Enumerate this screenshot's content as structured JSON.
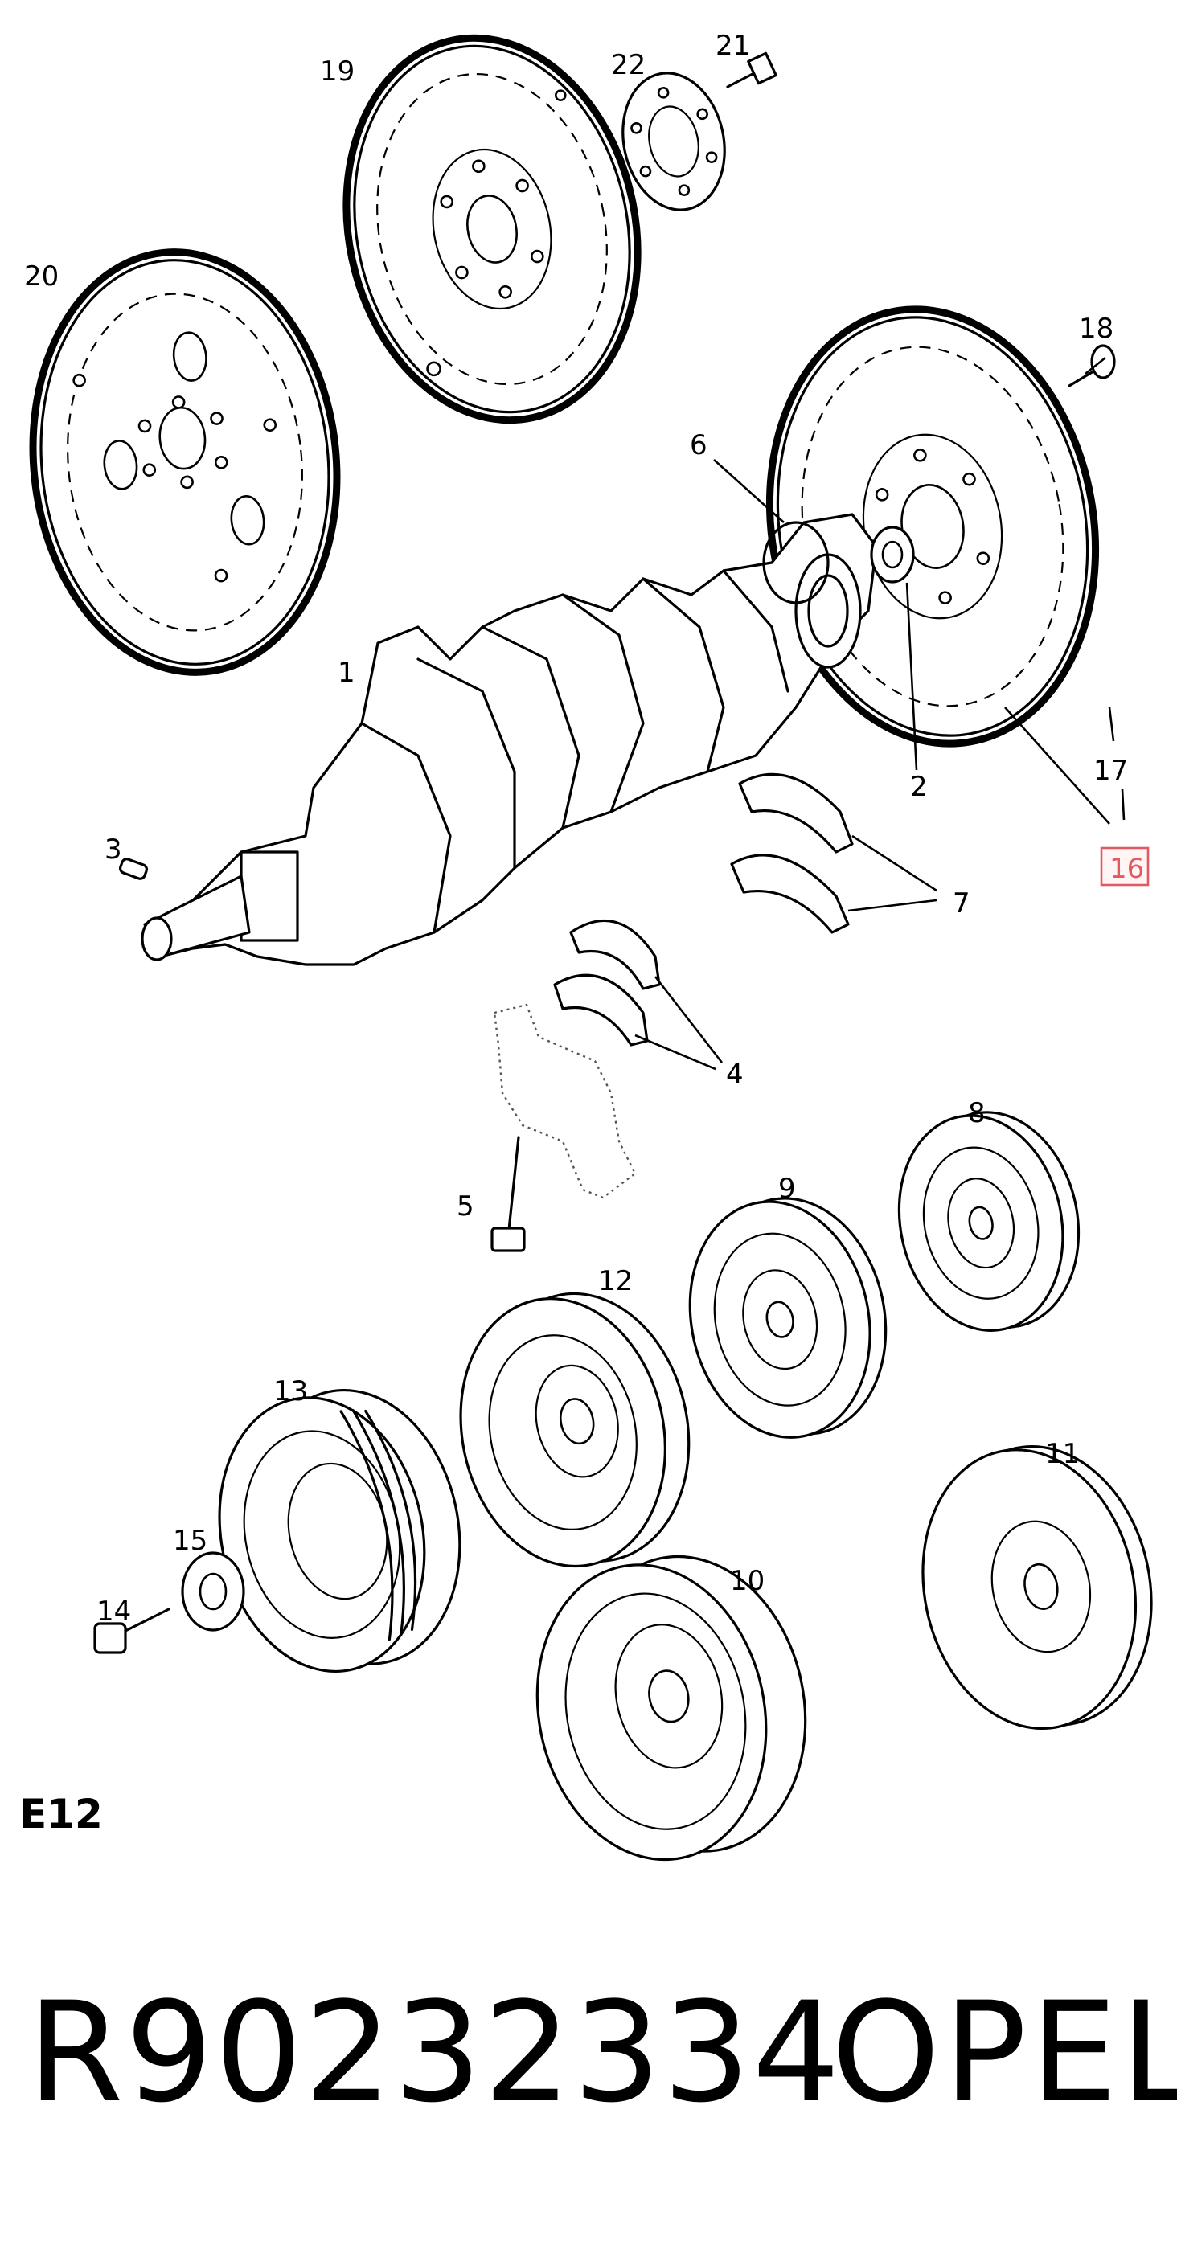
{
  "diagram": {
    "callouts": {
      "c1": "1",
      "c2": "2",
      "c3": "3",
      "c4": "4",
      "c5": "5",
      "c6": "6",
      "c7": "7",
      "c8": "8",
      "c9": "9",
      "c10": "10",
      "c11": "11",
      "c12": "12",
      "c13": "13",
      "c14": "14",
      "c15": "15",
      "c16": "16",
      "c17": "17",
      "c18": "18",
      "c19": "19",
      "c20": "20",
      "c21": "21",
      "c22": "22"
    },
    "highlighted_callout": "16",
    "highlight_color": "#e05a63",
    "section_code": "E12"
  },
  "footer": {
    "part_number": "R90232334",
    "brand": "OPEL"
  }
}
